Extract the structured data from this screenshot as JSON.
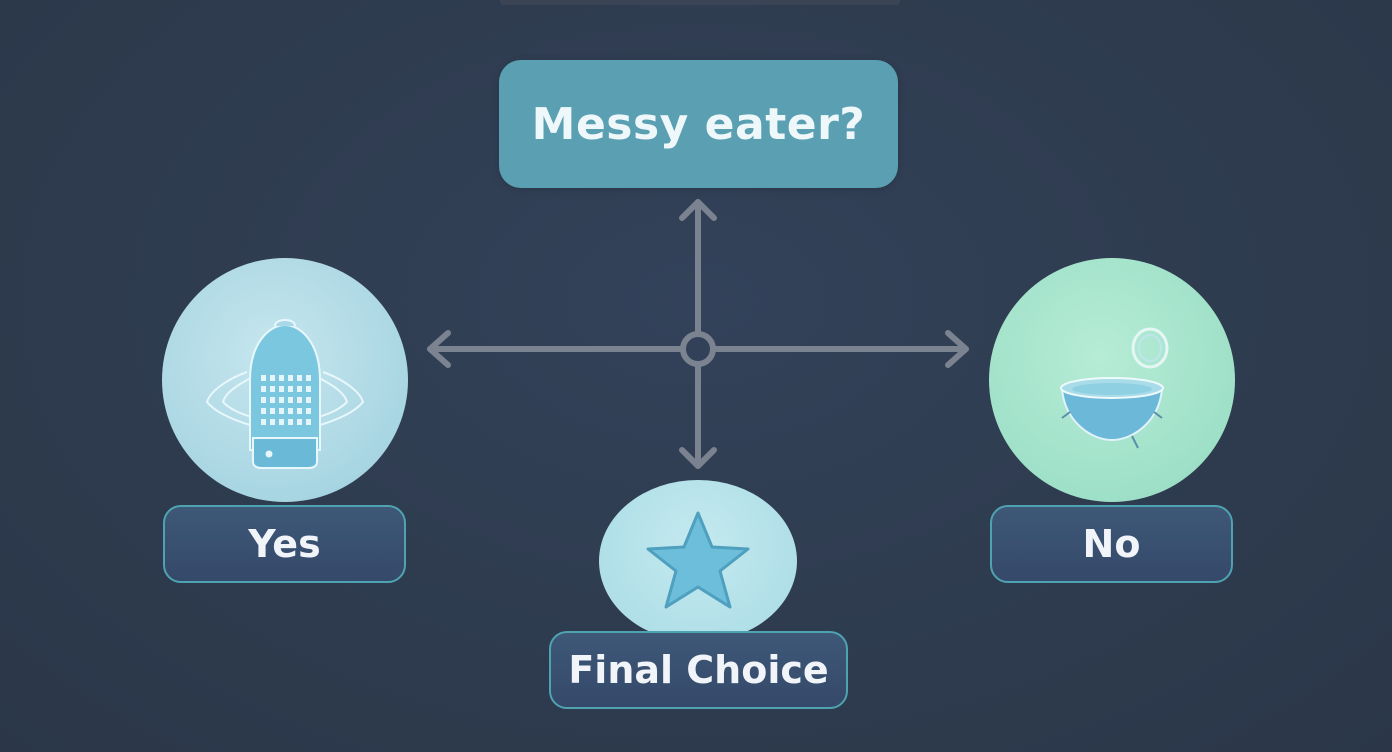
{
  "diagram": {
    "question": "Messy eater?",
    "branches": [
      {
        "id": "yes",
        "label": "Yes",
        "icon": "covered-bowl-icon"
      },
      {
        "id": "no",
        "label": "No",
        "icon": "open-bowl-icon"
      },
      {
        "id": "final",
        "label": "Final Choice",
        "icon": "star-icon"
      }
    ],
    "colors": {
      "background": "#2e3b4e",
      "question_box": "#5a9fb2",
      "yes_circle": "#a9d6e3",
      "no_circle": "#9fe0c8",
      "final_circle": "#a8dbe5",
      "label_box": "#35496a",
      "label_border": "#4fa3b0",
      "arrow": "#7b8290"
    }
  }
}
